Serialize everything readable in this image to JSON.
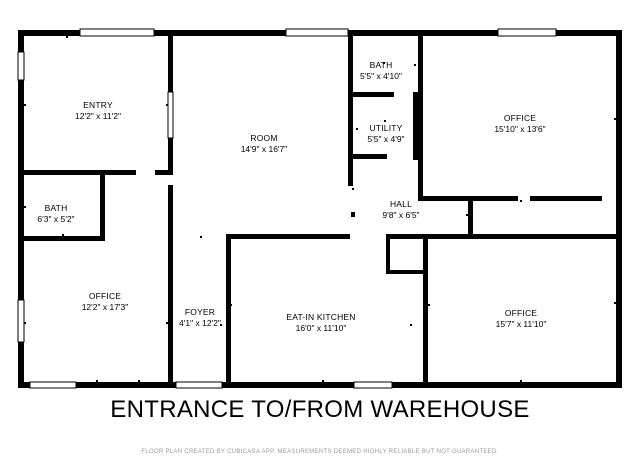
{
  "rooms": {
    "entry": {
      "name": "ENTRY",
      "dim": "12'2\" x 11'2\""
    },
    "bath1": {
      "name": "BATH",
      "dim": "6'3\" x 5'2\""
    },
    "office1": {
      "name": "OFFICE",
      "dim": "12'2\" x 17'3\""
    },
    "room": {
      "name": "ROOM",
      "dim": "14'9\" x 16'7\""
    },
    "foyer": {
      "name": "FOYER",
      "dim": "4'1\" x 12'2\""
    },
    "bath2": {
      "name": "BATH",
      "dim": "5'5\" x 4'10\""
    },
    "utility": {
      "name": "UTILITY",
      "dim": "5'5\" x 4'9\""
    },
    "hall": {
      "name": "HALL",
      "dim": "9'8\" x 6'5\""
    },
    "kitchen": {
      "name": "EAT-IN KITCHEN",
      "dim": "16'0\" x 11'10\""
    },
    "office2": {
      "name": "OFFICE",
      "dim": "15'10\" x 13'6\""
    },
    "office3": {
      "name": "OFFICE",
      "dim": "15'7\" x 11'10\""
    }
  },
  "caption": "ENTRANCE TO/FROM WAREHOUSE",
  "footer": "FLOOR PLAN CREATED BY CUBICASA APP. MEASUREMENTS DEEMED HIGHLY RELIABLE BUT NOT GUARANTEED."
}
